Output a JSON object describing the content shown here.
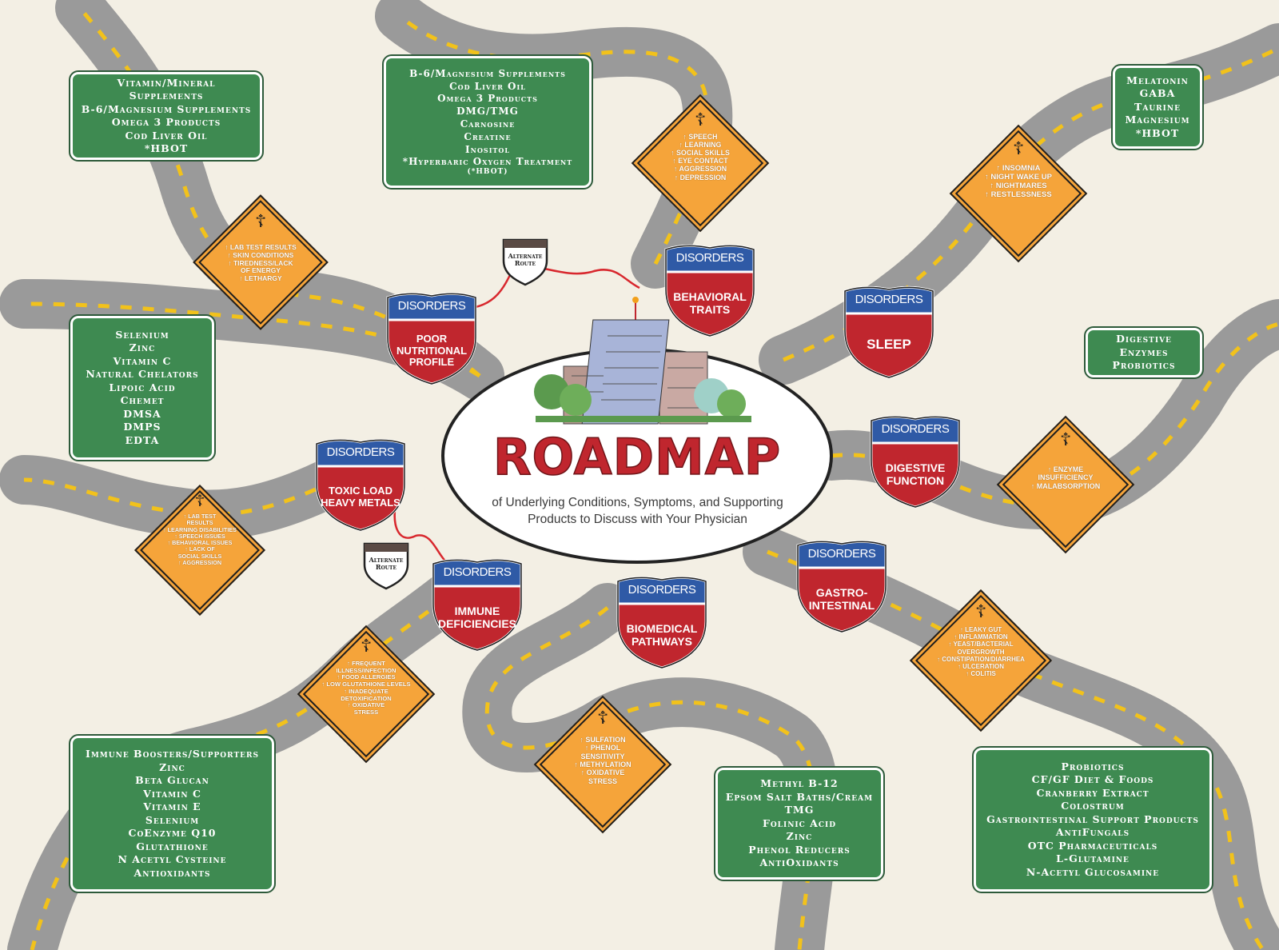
{
  "center": {
    "title": "ROADMAP",
    "subtitle": "of Underlying Conditions, Symptoms, and Supporting Products to Discuss with Your Physician"
  },
  "shields": [
    {
      "top": "DISORDERS",
      "main": "POOR NUTRITIONAL PROFILE"
    },
    {
      "top": "DISORDERS",
      "main": "BEHAVIORAL TRAITS"
    },
    {
      "top": "DISORDERS",
      "main": "SLEEP"
    },
    {
      "top": "DISORDERS",
      "main": "DIGESTIVE FUNCTION"
    },
    {
      "top": "DISORDERS",
      "main": "GASTRO-INTESTINAL"
    },
    {
      "top": "DISORDERS",
      "main": "BIOMEDICAL PATHWAYS"
    },
    {
      "top": "DISORDERS",
      "main": "IMMUNE DEFICIENCIES"
    },
    {
      "top": "DISORDERS",
      "main": "TOXIC LOAD HEAVY METALS"
    }
  ],
  "alternate_routes": [
    {
      "label": "Alternate Route"
    },
    {
      "label": "Alternate Route"
    }
  ],
  "symptom_signs": [
    {
      "lines": [
        "↑ LAB TEST RESULTS",
        "↑ SKIN CONDITIONS",
        "↑ TIREDNESS/LACK",
        "OF ENERGY",
        "↑ LETHARGY"
      ]
    },
    {
      "lines": [
        "↑ SPEECH",
        "↑ LEARNING",
        "↑ SOCIAL SKILLS",
        "↑ EYE CONTACT",
        "↑ AGGRESSION",
        "↑ DEPRESSION"
      ]
    },
    {
      "lines": [
        "↑ INSOMNIA",
        "↑ NIGHT WAKE UP",
        "↑ NIGHTMARES",
        "↑ RESTLESSNESS"
      ]
    },
    {
      "lines": [
        "↑ ENZYME",
        "INSUFFICIENCY",
        "↑ MALABSORPTION"
      ]
    },
    {
      "lines": [
        "↑ LEAKY GUT",
        "↑ INFLAMMATION",
        "↑ YEAST/BACTERIAL",
        "OVERGROWTH",
        "↑ CONSTIPATION/DIARRHEA",
        "↑ ULCERATION",
        "↑ COLITIS"
      ]
    },
    {
      "lines": [
        "↑ SULFATION",
        "↑ PHENOL",
        "SENSITIVITY",
        "↑ METHYLATION",
        "↑ OXIDATIVE",
        "STRESS"
      ]
    },
    {
      "lines": [
        "↑ FREQUENT",
        "ILLNESS/INFECTION",
        "↑ FOOD ALLERGIES",
        "↑ LOW GLUTATHIONE LEVELS",
        "↑ INADEQUATE",
        "DETOXIFICATION",
        "↑ OXIDATIVE",
        "STRESS"
      ]
    },
    {
      "lines": [
        "↑ LAB TEST",
        "RESULTS",
        "↑ LEARNING DISABILITIES",
        "↑ SPEECH ISSUES",
        "↑ BEHAVIORAL ISSUES",
        "↑ LACK OF",
        "SOCIAL SKILLS",
        "↑ AGGRESSION"
      ]
    }
  ],
  "product_boxes": [
    {
      "items": [
        "Vitamin/Mineral Supplements",
        "B-6/Magnesium Supplements",
        "Omega 3 Products",
        "Cod Liver Oil",
        "*HBOT"
      ]
    },
    {
      "items": [
        "B-6/Magnesium Supplements",
        "Cod Liver Oil",
        "Omega 3 Products",
        "DMG/TMG",
        "Carnosine",
        "Creatine",
        "Inositol",
        "*Hyperbaric Oxygen Treatment",
        "(*HBOT)"
      ]
    },
    {
      "items": [
        "Melatonin",
        "GABA",
        "Taurine",
        "Magnesium",
        "*HBOT"
      ]
    },
    {
      "items": [
        "Digestive Enzymes",
        "Probiotics"
      ]
    },
    {
      "items": [
        "Selenium",
        "Zinc",
        "Vitamin C",
        "Natural Chelators",
        "Lipoic Acid",
        "Chemet",
        "DMSA",
        "DMPS",
        "EDTA"
      ]
    },
    {
      "items": [
        "Immune Boosters/Supporters",
        "Zinc",
        "Beta Glucan",
        "Vitamin C",
        "Vitamin E",
        "Selenium",
        "CoEnzyme Q10",
        "Glutathione",
        "N Acetyl Cysteine",
        "Antioxidants"
      ]
    },
    {
      "items": [
        "Methyl B-12",
        "Epsom Salt Baths/Cream",
        "TMG",
        "Folinic Acid",
        "Zinc",
        "Phenol Reducers",
        "AntiOxidants"
      ]
    },
    {
      "items": [
        "Probiotics",
        "CF/GF Diet & Foods",
        "Cranberry Extract",
        "Colostrum",
        "Gastrointestinal Support Products",
        "AntiFungals",
        "OTC Pharmaceuticals",
        "L-Glutamine",
        "N-Acetyl Glucosamine"
      ]
    }
  ],
  "colors": {
    "road": "#9a9a9a",
    "road_line": "#f2c21b",
    "sign_green": "#3e8a51",
    "sign_orange": "#f5a43a",
    "shield_blue": "#2f5aa6",
    "shield_red": "#c0262e",
    "title_red": "#c0262e"
  },
  "icons": {
    "diamond": "person-icon",
    "skyline": "city-skyline-icon"
  }
}
